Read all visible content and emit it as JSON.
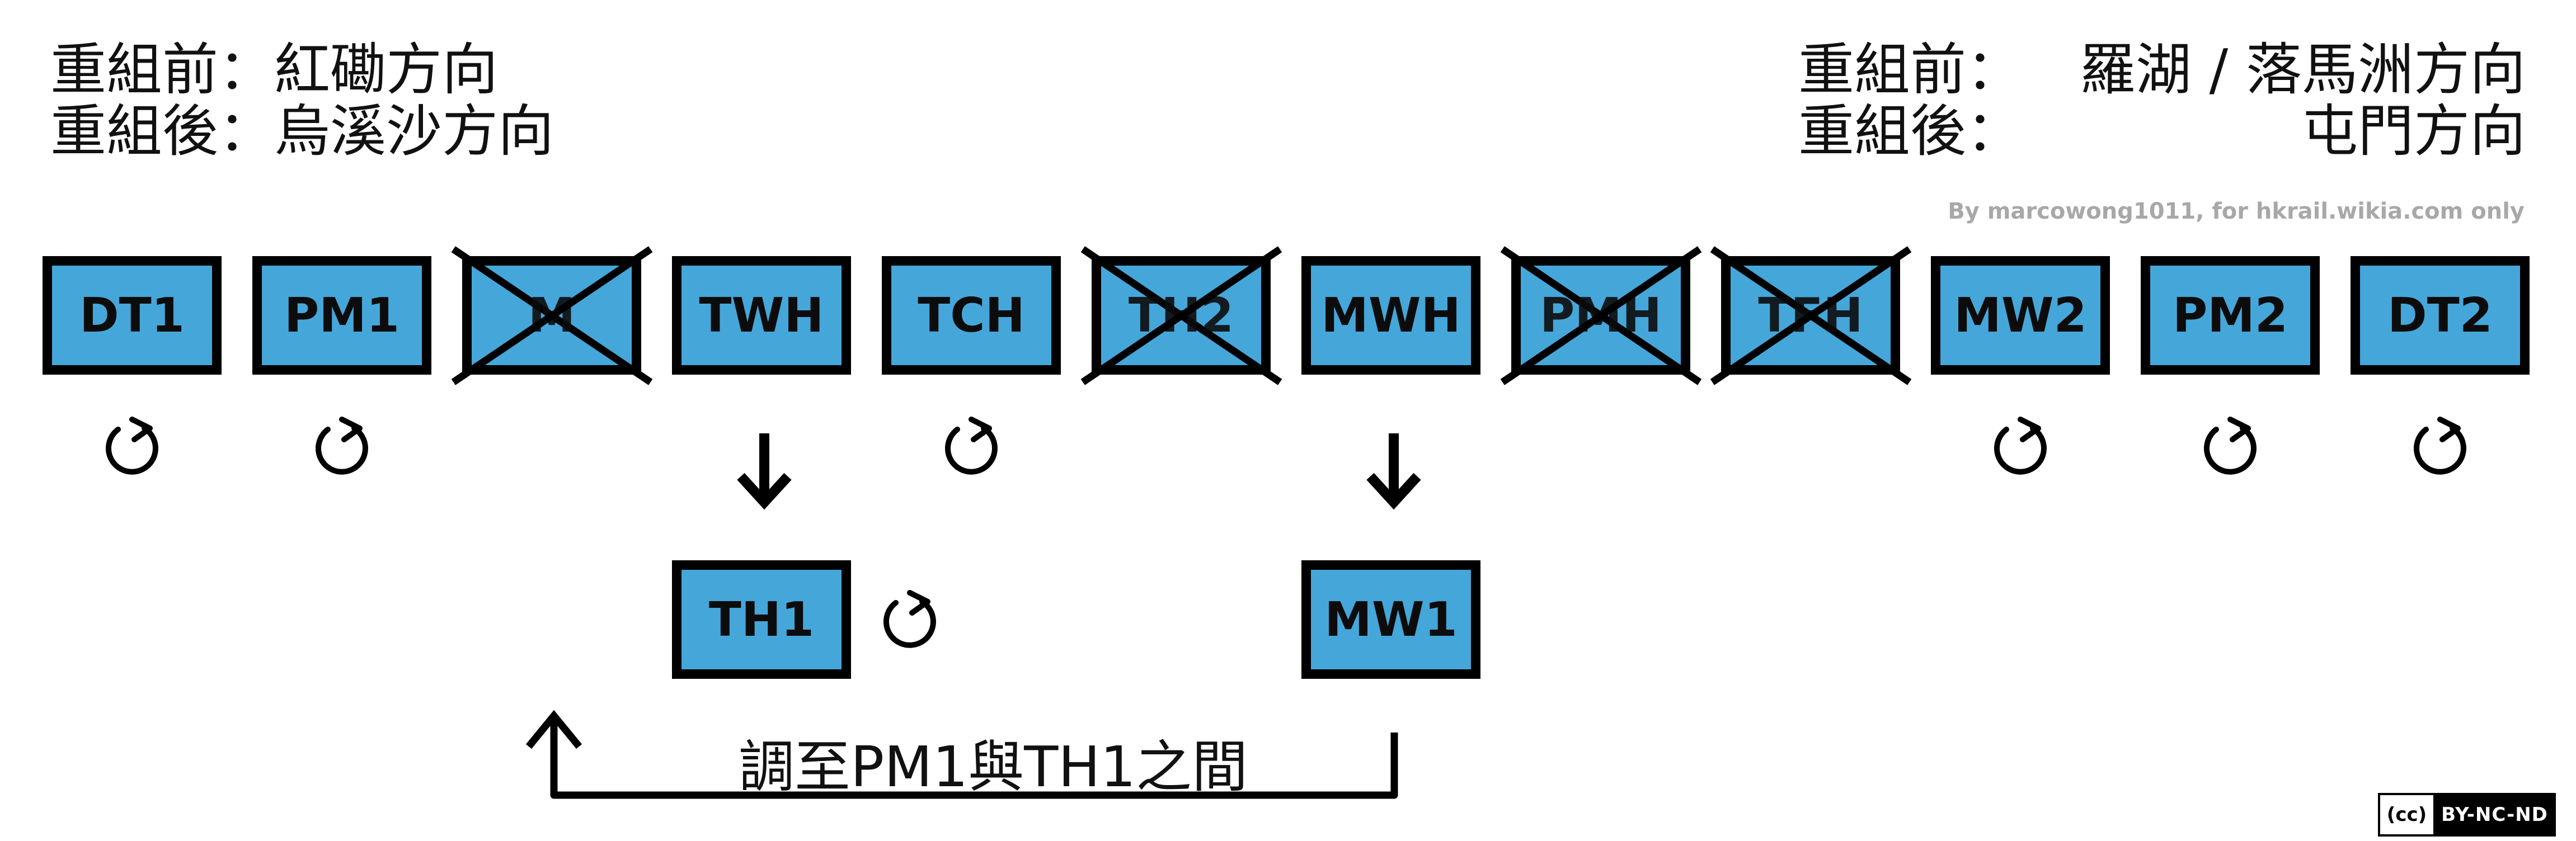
{
  "header_left": {
    "line1_label": "重組前：",
    "line1_value": "紅磡方向",
    "line2_label": "重組後：",
    "line2_value": "烏溪沙方向"
  },
  "header_right": {
    "line1_label": "重組前：",
    "line1_value": "羅湖 / 落馬洲方向",
    "line2_label": "重組後：",
    "line2_value": "屯門方向"
  },
  "credit": "By marcowong1011, for hkrail.wikia.com only",
  "cars_top": [
    {
      "label": "DT1",
      "removed": false,
      "rotate": true
    },
    {
      "label": "PM1",
      "removed": false,
      "rotate": true
    },
    {
      "label": "M",
      "removed": true,
      "rotate": false
    },
    {
      "label": "TWH",
      "removed": false,
      "rotate": false
    },
    {
      "label": "TCH",
      "removed": false,
      "rotate": true
    },
    {
      "label": "TH2",
      "removed": true,
      "rotate": false
    },
    {
      "label": "MWH",
      "removed": false,
      "rotate": false
    },
    {
      "label": "PMH",
      "removed": true,
      "rotate": false
    },
    {
      "label": "TFH",
      "removed": true,
      "rotate": false
    },
    {
      "label": "MW2",
      "removed": false,
      "rotate": true
    },
    {
      "label": "PM2",
      "removed": false,
      "rotate": true
    },
    {
      "label": "DT2",
      "removed": false,
      "rotate": true
    }
  ],
  "cars_bottom": [
    {
      "label": "TH1"
    },
    {
      "label": "MW1"
    }
  ],
  "note": "調至PM1與TH1之間",
  "license": {
    "left": "(cc)",
    "right": "BY-NC-ND"
  },
  "colors": {
    "car_fill": "#45a6d9",
    "outline": "#000000",
    "credit": "#a8a8a8"
  }
}
